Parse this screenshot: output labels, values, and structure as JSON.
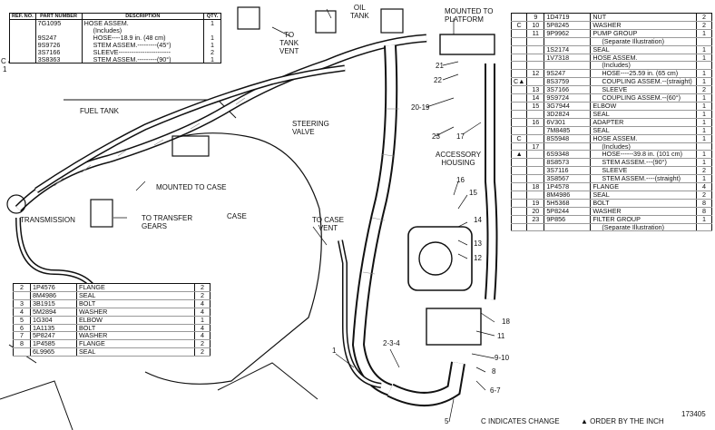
{
  "top_left_table": {
    "headers": {
      "ref": "REF. NO.",
      "part": "PART NUMBER",
      "desc": "DESCRIPTION",
      "qty": "QTY."
    },
    "side_marks": "C &",
    "ref_no": "1",
    "rows": [
      {
        "part": "7G1095",
        "desc": "HOSE ASSEM.",
        "qty": "1",
        "sub": false
      },
      {
        "part": "",
        "desc": "(Includes)",
        "qty": "",
        "sub": true
      },
      {
        "part": "9S247",
        "desc": "HOSE----18.9 in. (48 cm)",
        "qty": "1",
        "sub": true
      },
      {
        "part": "9S9726",
        "desc": "STEM ASSEM.---------(45°)",
        "qty": "1",
        "sub": true
      },
      {
        "part": "3S7166",
        "desc": "SLEEVE------------------------",
        "qty": "2",
        "sub": true
      },
      {
        "part": "3S8363",
        "desc": "STEM ASSEM.---------(90°)",
        "qty": "1",
        "sub": true
      }
    ]
  },
  "bottom_left_table": {
    "rows": [
      {
        "ref": "2",
        "part": "1P4576",
        "desc": "FLANGE",
        "qty": "2"
      },
      {
        "ref": "",
        "part": "8M4986",
        "desc": "SEAL",
        "qty": "2"
      },
      {
        "ref": "3",
        "part": "3B1915",
        "desc": "BOLT",
        "qty": "4"
      },
      {
        "ref": "4",
        "part": "5M2894",
        "desc": "WASHER",
        "qty": "4"
      },
      {
        "ref": "5",
        "part": "1G304",
        "desc": "ELBOW",
        "qty": "1"
      },
      {
        "ref": "6",
        "part": "1A1135",
        "desc": "BOLT",
        "qty": "4"
      },
      {
        "ref": "7",
        "part": "5P8247",
        "desc": "WASHER",
        "qty": "4"
      },
      {
        "ref": "8",
        "part": "1P4585",
        "desc": "FLANGE",
        "qty": "2"
      },
      {
        "ref": "",
        "part": "6L9965",
        "desc": "SEAL",
        "qty": "2"
      }
    ]
  },
  "right_table": {
    "rows": [
      {
        "mark": "",
        "ref": "9",
        "part": "1D4719",
        "desc": "NUT",
        "qty": "2",
        "sub": false
      },
      {
        "mark": "C",
        "ref": "10",
        "part": "5P8245",
        "desc": "WASHER",
        "qty": "2",
        "sub": false
      },
      {
        "mark": "",
        "ref": "11",
        "part": "9P9962",
        "desc": "PUMP GROUP",
        "qty": "1",
        "sub": false
      },
      {
        "mark": "",
        "ref": "",
        "part": "",
        "desc": "(Separate Illustration)",
        "qty": "",
        "sub": true
      },
      {
        "mark": "",
        "ref": "",
        "part": "1S2174",
        "desc": "SEAL",
        "qty": "1",
        "sub": false
      },
      {
        "mark": "",
        "ref": "",
        "part": "1V7318",
        "desc": "HOSE ASSEM.",
        "qty": "1",
        "sub": false
      },
      {
        "mark": "",
        "ref": "",
        "part": "",
        "desc": "(Includes)",
        "qty": "",
        "sub": true
      },
      {
        "mark": "",
        "ref": "12",
        "part": "9S247",
        "desc": "HOSE----25.59 in. (65 cm)",
        "qty": "1",
        "sub": true
      },
      {
        "mark": "C▲",
        "ref": "",
        "part": "8S3759",
        "desc": "COUPLING ASSEM.--(straight)",
        "qty": "1",
        "sub": true
      },
      {
        "mark": "",
        "ref": "13",
        "part": "3S7166",
        "desc": "SLEEVE",
        "qty": "2",
        "sub": true
      },
      {
        "mark": "",
        "ref": "14",
        "part": "9S9724",
        "desc": "COUPLING ASSEM.--(60°)",
        "qty": "1",
        "sub": true
      },
      {
        "mark": "",
        "ref": "15",
        "part": "3G7944",
        "desc": "ELBOW",
        "qty": "1",
        "sub": false
      },
      {
        "mark": "",
        "ref": "",
        "part": "3D2824",
        "desc": "SEAL",
        "qty": "1",
        "sub": false
      },
      {
        "mark": "",
        "ref": "16",
        "part": "6V301",
        "desc": "ADAPTER",
        "qty": "1",
        "sub": false
      },
      {
        "mark": "",
        "ref": "",
        "part": "7M8485",
        "desc": "SEAL",
        "qty": "1",
        "sub": false
      },
      {
        "mark": "C",
        "ref": "",
        "part": "8S5948",
        "desc": "HOSE ASSEM.",
        "qty": "1",
        "sub": false
      },
      {
        "mark": "",
        "ref": "17",
        "part": "",
        "desc": "(Includes)",
        "qty": "",
        "sub": true
      },
      {
        "mark": "▲",
        "ref": "",
        "part": "6S9348",
        "desc": "HOSE------39.8 in. (101 cm)",
        "qty": "1",
        "sub": true
      },
      {
        "mark": "",
        "ref": "",
        "part": "8S8573",
        "desc": "STEM ASSEM.---(90°)",
        "qty": "1",
        "sub": true
      },
      {
        "mark": "",
        "ref": "",
        "part": "3S7116",
        "desc": "SLEEVE",
        "qty": "2",
        "sub": true
      },
      {
        "mark": "",
        "ref": "",
        "part": "3S8567",
        "desc": "STEM ASSEM.----(straight)",
        "qty": "1",
        "sub": true
      },
      {
        "mark": "",
        "ref": "18",
        "part": "1P4578",
        "desc": "FLANGE",
        "qty": "4",
        "sub": false
      },
      {
        "mark": "",
        "ref": "",
        "part": "8M4986",
        "desc": "SEAL",
        "qty": "2",
        "sub": false
      },
      {
        "mark": "",
        "ref": "19",
        "part": "5H5368",
        "desc": "BOLT",
        "qty": "8",
        "sub": false
      },
      {
        "mark": "",
        "ref": "20",
        "part": "5P8244",
        "desc": "WASHER",
        "qty": "8",
        "sub": false
      },
      {
        "mark": "",
        "ref": "23",
        "part": "9P856",
        "desc": "FILTER GROUP",
        "qty": "1",
        "sub": false
      },
      {
        "mark": "",
        "ref": "",
        "part": "",
        "desc": "(Separate Illustration)",
        "qty": "",
        "sub": true
      }
    ]
  },
  "labels": {
    "fuel_tank": "FUEL TANK",
    "steering_valve_1": "STEERING",
    "steering_valve_2": "VALVE",
    "to_tank_vent_1": "TO",
    "to_tank_vent_2": "TANK",
    "to_tank_vent_3": "VENT",
    "oil_tank_1": "OIL",
    "oil_tank_2": "TANK",
    "mounted_platform_1": "MOUNTED TO",
    "mounted_platform_2": "PLATFORM",
    "mounted_case": "MOUNTED TO CASE",
    "transmission": "TRANSMISSION",
    "to_transfer_1": "TO TRANSFER",
    "to_transfer_2": "GEARS",
    "case": "CASE",
    "to_case_vent_1": "TO CASE",
    "to_case_vent_2": "VENT",
    "accessory_housing_1": "ACCESSORY",
    "accessory_housing_2": "HOUSING"
  },
  "callouts": [
    "21",
    "22",
    "20-19",
    "23",
    "17",
    "16",
    "15",
    "14",
    "13",
    "12",
    "18",
    "11",
    "9-10",
    "8",
    "6-7",
    "5",
    "2-3-4",
    "1"
  ],
  "legend": {
    "c_change": "C INDICATES CHANGE",
    "order_inch": "▲ ORDER BY THE INCH",
    "ref_number": "173405"
  },
  "colors": {
    "ink": "#111111",
    "paper": "#ffffff",
    "shade": "#888888"
  }
}
